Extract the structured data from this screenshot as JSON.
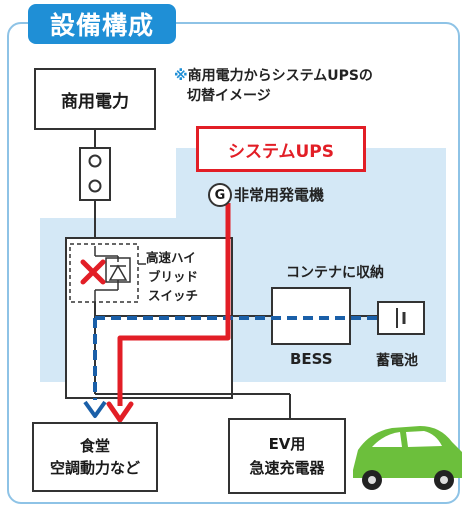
{
  "title": "設備構成",
  "note": {
    "mark": "※",
    "line1": "商用電力からシステムUPSの",
    "line2": "切替イメージ"
  },
  "nodes": {
    "utility_power": "商用電力",
    "system_ups": "システムUPS",
    "generator_symbol": "G",
    "generator_label": "非常用発電機",
    "hybrid_switch": [
      "高速ハイ",
      "ブリッド",
      "スイッチ"
    ],
    "container_label": "コンテナに収納",
    "bess": "BESS",
    "battery": "蓄電池",
    "cafeteria": [
      "食堂",
      "空調動力など"
    ],
    "ev_charger": [
      "EV用",
      "急速充電器"
    ]
  },
  "colors": {
    "title_bg": "#1f8fd6",
    "zone_bg": "#d4e8f6",
    "ups_red": "#e21e26",
    "backup_blue": "#1a5fa8",
    "car_green": "#6cbf3c"
  },
  "icons": [
    "breaker-icon",
    "switch-x-icon",
    "battery-icon",
    "ev-car-icon"
  ]
}
